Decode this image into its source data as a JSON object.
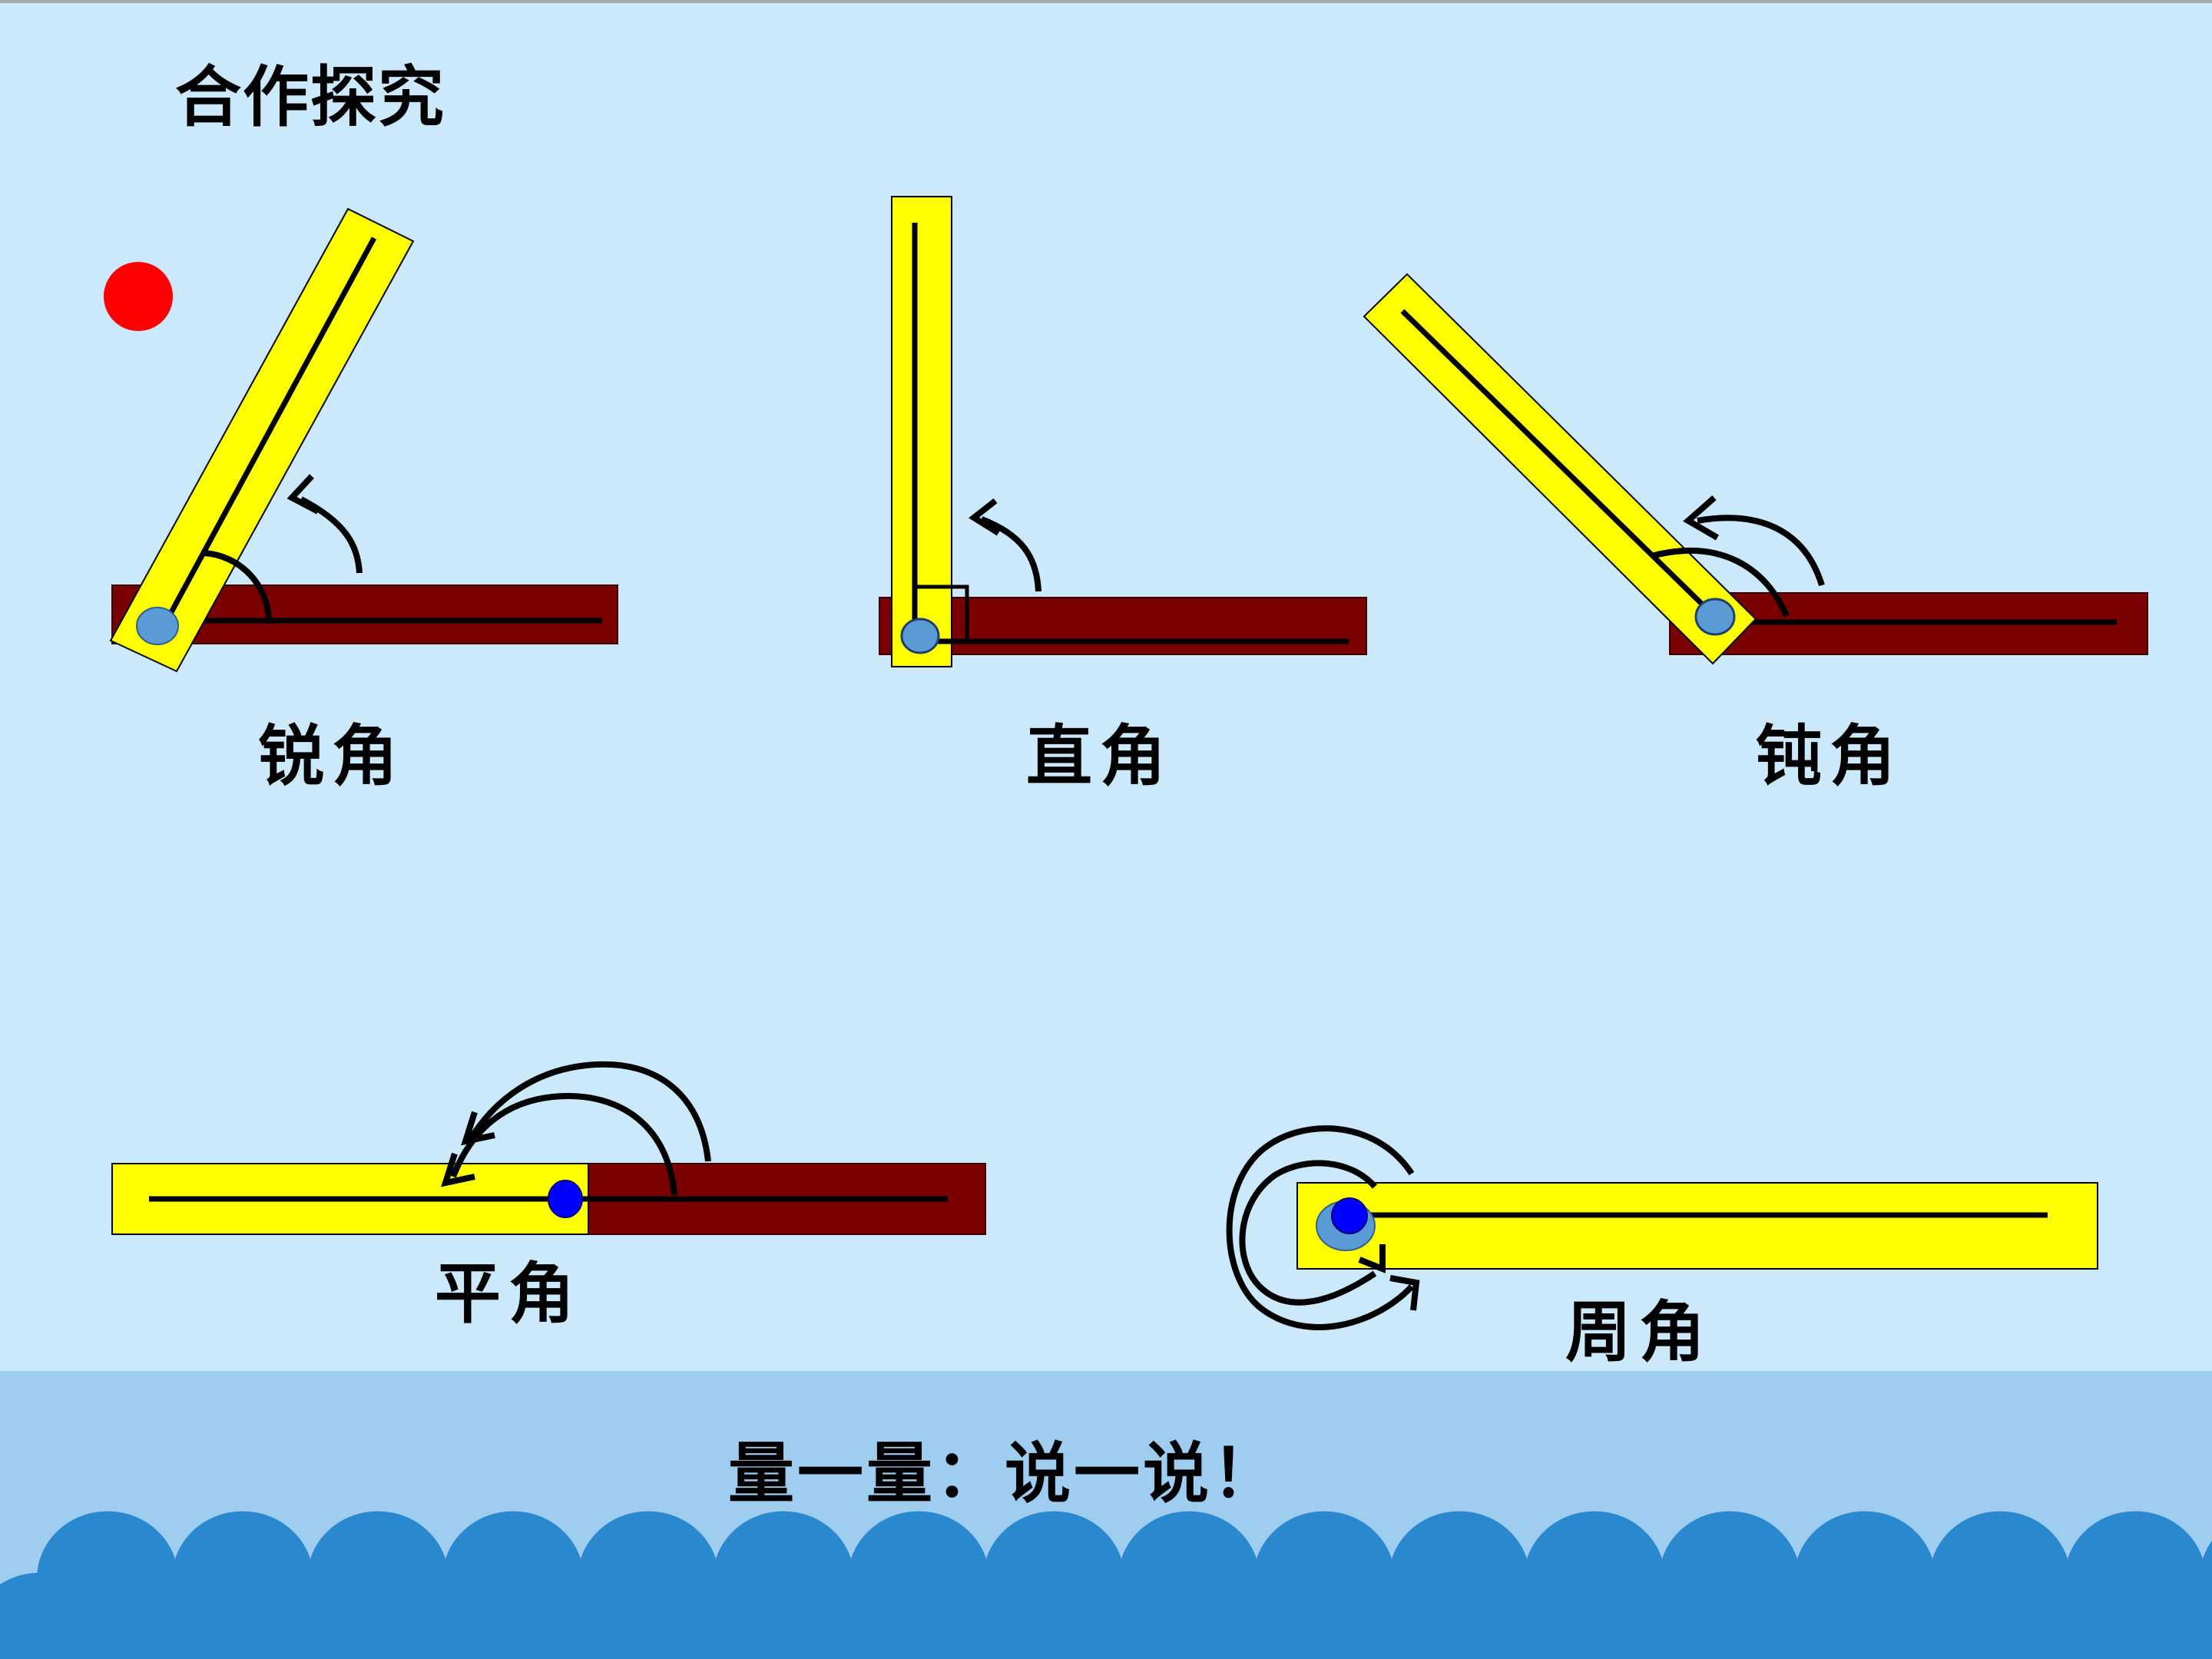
{
  "title": "合作探究",
  "angles": {
    "acute": "锐角",
    "right": "直角",
    "obtuse": "钝角",
    "straight": "平角",
    "round": "周角"
  },
  "footer": "量一量：说一说！",
  "colors": {
    "background": "#cbe9fb",
    "bottom_band": "#9fcdf0",
    "wave": "#2a88cf",
    "yellow_strip": "#ffff00",
    "dark_red_strip": "#7a0000",
    "pivot_light": "#5b9bd5",
    "pivot_dark": "#0000ff",
    "red_dot": "#ff0000"
  }
}
